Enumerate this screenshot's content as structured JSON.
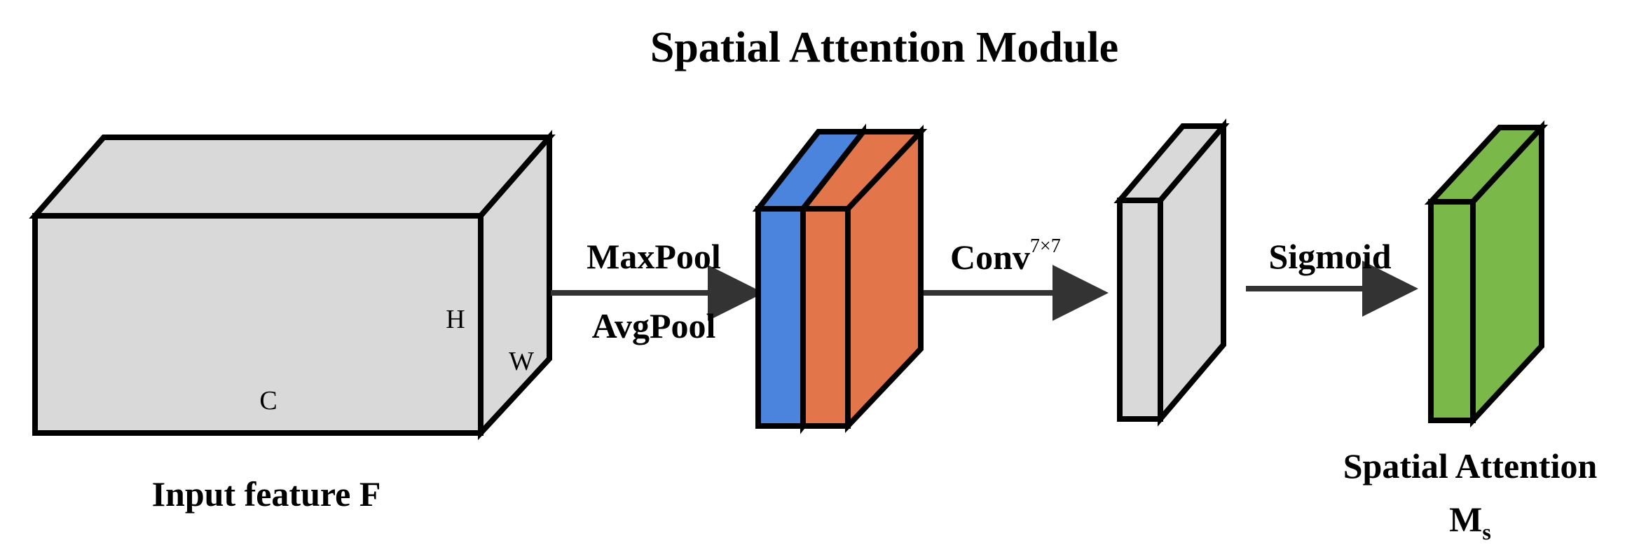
{
  "title": "Spatial Attention Module",
  "input": {
    "label": "Input feature F",
    "dim_h": "H",
    "dim_w": "W",
    "dim_c": "C"
  },
  "pooling": {
    "top_label": "MaxPool",
    "bottom_label": "AvgPool"
  },
  "conv": {
    "label": "Conv",
    "superscript": "7×7"
  },
  "sigmoid": {
    "label": "Sigmoid"
  },
  "output": {
    "label_line1": "Spatial Attention",
    "label_main": "M",
    "label_sub": "s"
  },
  "colors": {
    "gray_face": "#d9d9d9",
    "blue": "#4a84dc",
    "orange": "#e2764a",
    "green": "#7ab84a",
    "stroke": "#000000"
  }
}
